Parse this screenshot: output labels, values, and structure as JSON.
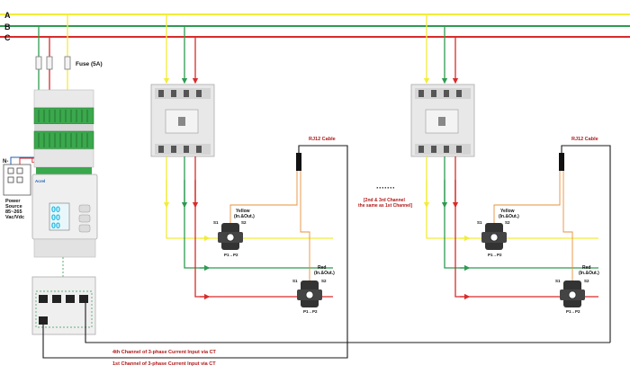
{
  "colors": {
    "phase_a": "#f2ec3a",
    "phase_b": "#2f9a52",
    "phase_c": "#d92b2b",
    "cable_black": "#1a1a1a",
    "rj12_orange": "#e8903a",
    "label_red": "#b01818",
    "device_gray": "#dcdcdc",
    "terminal_green": "#35a84a",
    "display_cyan": "#19b9e3"
  },
  "bus_labels": {
    "a": "A",
    "b": "B",
    "c": "C"
  },
  "fuse_label": "Fuse (5A)",
  "power": {
    "n_label": "N-",
    "l_label": "L+",
    "source_text": [
      "Power",
      "Source",
      "85~265",
      "Vac/Vdc"
    ]
  },
  "meter": {
    "brand": "Acrel",
    "digits": [
      "00",
      "00",
      "00"
    ]
  },
  "rj12_label": "RJ12 Cable",
  "ct": {
    "s1": "S1",
    "s2": "S2",
    "p": "P1→P2",
    "yellow_label": [
      "Yellow",
      "(In.&Out.)"
    ],
    "red_label": [
      "Red",
      "(In.&Out.)"
    ]
  },
  "note": {
    "dots": "·······",
    "lines": [
      "[2nd & 3rd Channel",
      "the same as 1st Channel]"
    ]
  },
  "channel_labels": {
    "fourth": "4th Channel of 3-phase Current Input via CT",
    "first": "1st Channel of 3-phase Current Input via CT"
  },
  "icons": [
    "breaker-icon",
    "current-transformer-icon",
    "fuse-icon",
    "rj12-connector-icon",
    "energy-meter-icon",
    "expansion-module-icon",
    "arrow-icon"
  ]
}
